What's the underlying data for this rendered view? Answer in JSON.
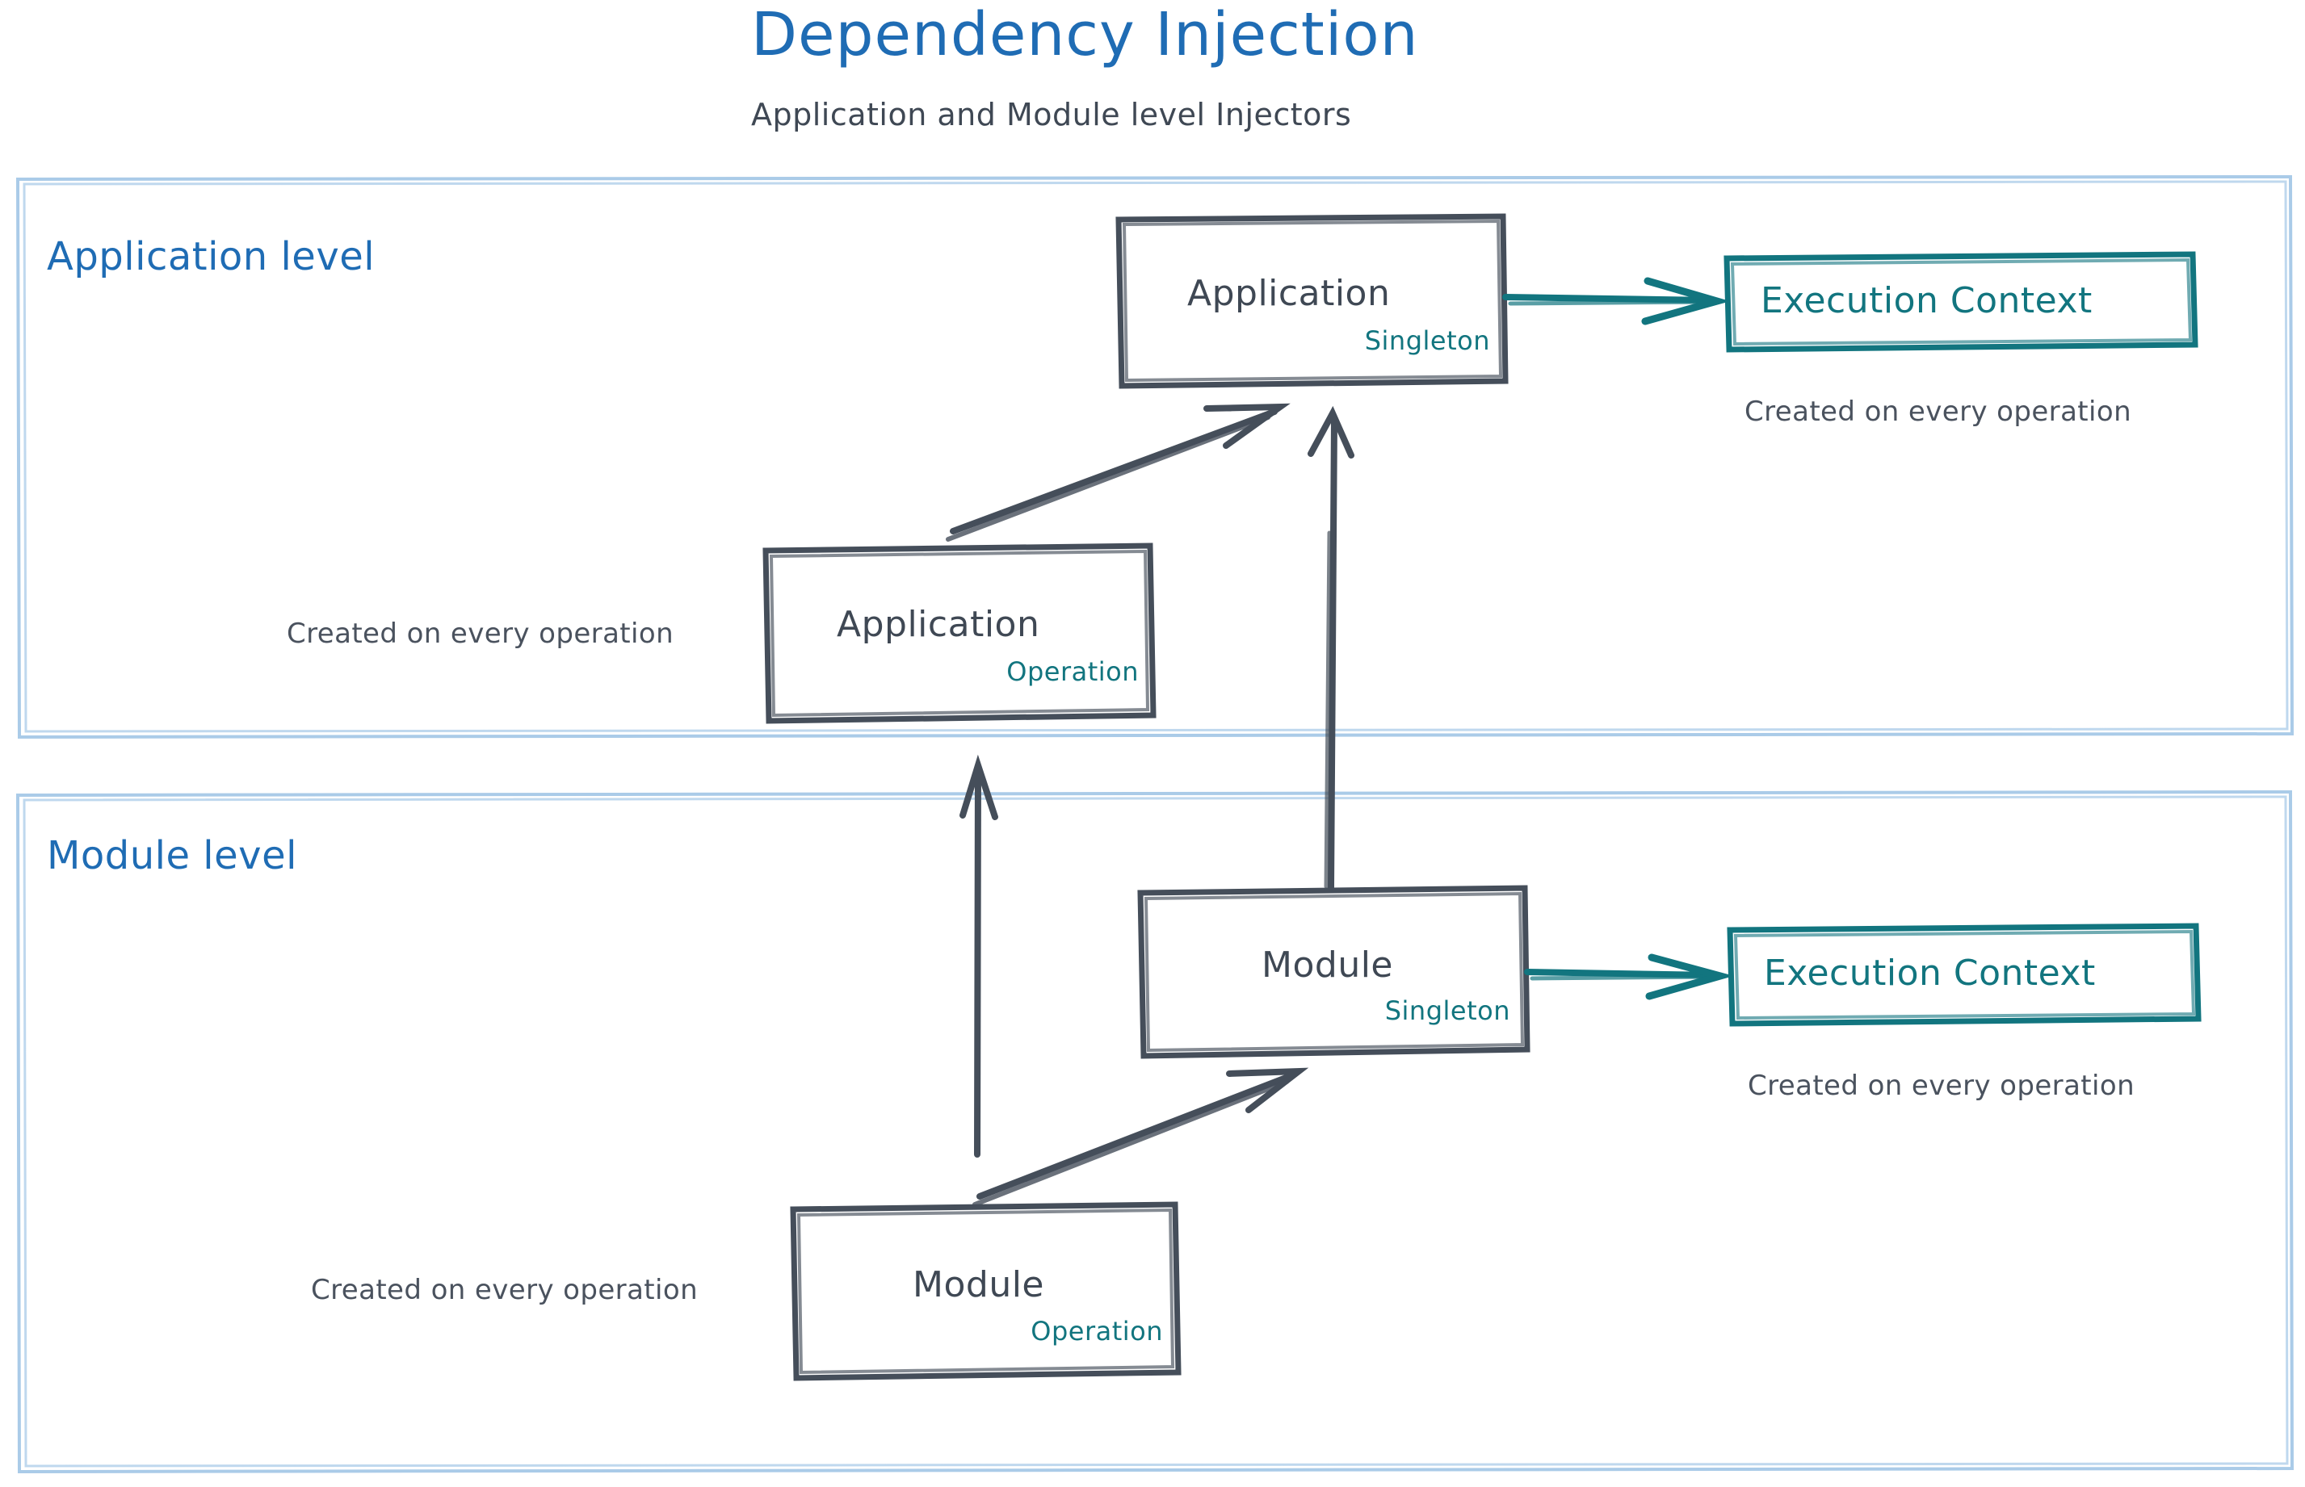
{
  "header": {
    "title": "Dependency Injection",
    "subtitle": "Application and Module level Injectors",
    "title_color": "#1f6cb4",
    "subtitle_color": "#3f4854"
  },
  "colors": {
    "panel_border": "#aacbe8",
    "node_stroke": "#454e5a",
    "accent_teal": "#12757f",
    "blue": "#1f6cb4",
    "text_gray": "#3f4854"
  },
  "panels": [
    {
      "id": "application-level",
      "label": "Application level"
    },
    {
      "id": "module-level",
      "label": "Module level"
    }
  ],
  "nodes": {
    "application_singleton": {
      "title": "Application",
      "badge": "Singleton"
    },
    "application_operation": {
      "title": "Application",
      "badge": "Operation"
    },
    "module_singleton": {
      "title": "Module",
      "badge": "Singleton"
    },
    "module_operation": {
      "title": "Module",
      "badge": "Operation"
    },
    "execution_context_app": {
      "title": "Execution Context"
    },
    "execution_context_module": {
      "title": "Execution Context"
    }
  },
  "captions": {
    "app_exec_context": "Created on every operation",
    "app_operation": "Created on every operation",
    "module_exec_context": "Created on every operation",
    "module_operation": "Created on every operation"
  }
}
